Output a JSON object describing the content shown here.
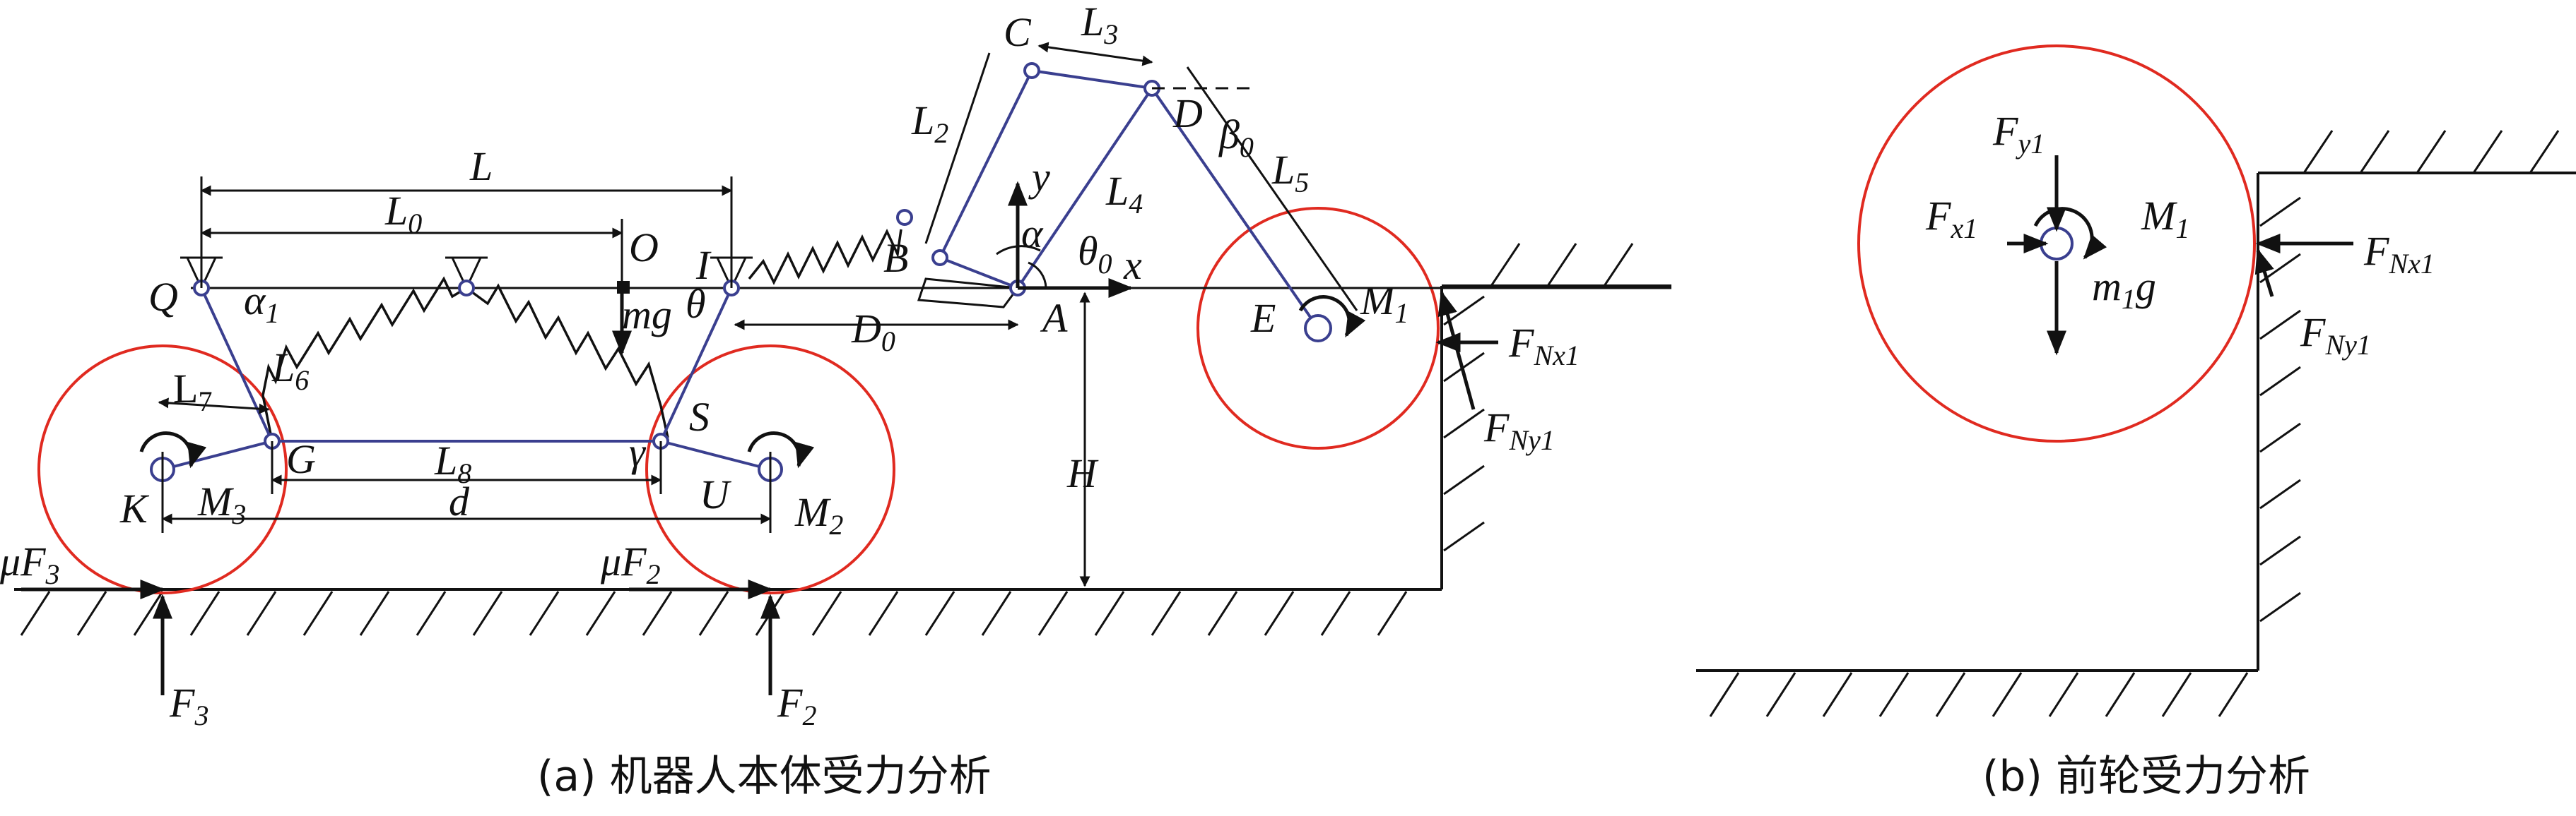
{
  "captions": {
    "a": "(a) 机器人本体受力分析",
    "b": "(b) 前轮受力分析"
  },
  "points": {
    "Q": "Q",
    "O": "O",
    "I": "I",
    "G": "G",
    "S": "S",
    "K": "K",
    "U": "U",
    "A": "A",
    "B": "B",
    "C": "C",
    "D": "D",
    "E": "E"
  },
  "dims": {
    "L": "L",
    "L0": "0",
    "L2": "2",
    "L3": "3",
    "L4": "4",
    "L5": "5",
    "L6": "6",
    "L7": "7",
    "L8": "8",
    "D0": "0",
    "d": "d",
    "H": "H"
  },
  "angles": {
    "alpha": "α",
    "alpha1": "α",
    "theta": "θ",
    "theta0": "θ",
    "beta0": "β",
    "gamma": "γ"
  },
  "axes": {
    "x": "x",
    "y": "y"
  },
  "labels": {
    "mg": "mg",
    "M1": "M",
    "M2": "M",
    "M3": "M",
    "F2": "F",
    "F3": "F",
    "muF2": "μF",
    "muF3": "μF",
    "FNx1": "F",
    "FNy1": "F",
    "Fx1": "F",
    "Fy1": "F",
    "m1g": "m"
  },
  "subs": {
    "one": "1",
    "two": "2",
    "three": "3",
    "zero": "0",
    "Nx1": "Nx1",
    "Ny1": "Ny1",
    "x1": "x1",
    "y1": "y1"
  },
  "colors": {
    "links": "#3a3f8f",
    "wheels": "#e02a20",
    "lines": "#111111"
  }
}
